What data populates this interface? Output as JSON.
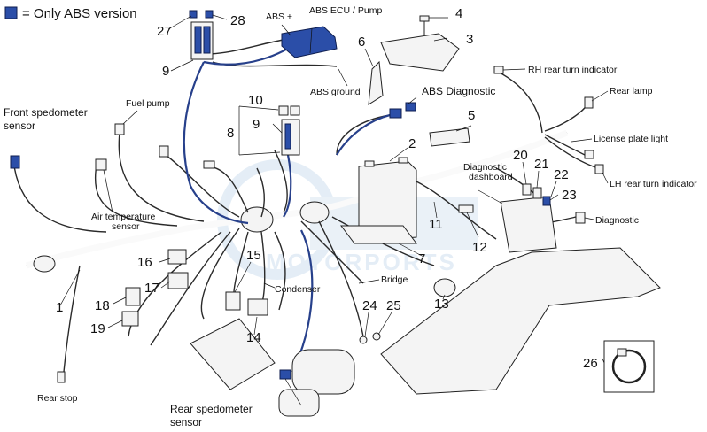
{
  "legend": {
    "text": "= Only ABS version",
    "swatch_color": "#2b4ea8"
  },
  "watermark": {
    "text": "MOTORPORTS"
  },
  "part_numbers": [
    "1",
    "2",
    "3",
    "4",
    "5",
    "6",
    "7",
    "8",
    "9",
    "9",
    "10",
    "11",
    "12",
    "13",
    "14",
    "15",
    "16",
    "17",
    "18",
    "19",
    "20",
    "21",
    "22",
    "23",
    "24",
    "25",
    "26",
    "27",
    "28"
  ],
  "labels": {
    "abs_ecu_pump": "ABS ECU / Pump",
    "abs_plus": "ABS +",
    "abs_ground": "ABS ground",
    "abs_diagnostic": "ABS Diagnostic",
    "rh_rear_turn": "RH rear turn indicator",
    "rear_lamp": "Rear lamp",
    "license_plate": "License plate light",
    "lh_rear_turn": "LH rear turn indicator",
    "diagnostic_dashboard_1": "Diagnostic",
    "diagnostic_dashboard_2": "dashboard",
    "diagnostic": "Diagnostic",
    "front_speedo_1": "Front spedometer",
    "front_speedo_2": "sensor",
    "fuel_pump": "Fuel pump",
    "air_temp_1": "Air temperature",
    "air_temp_2": "sensor",
    "condenser": "Condenser",
    "bridge": "Bridge",
    "rear_stop": "Rear stop",
    "rear_speedo_1": "Rear spedometer",
    "rear_speedo_2": "sensor"
  },
  "colors": {
    "abs_blue": "#2b4ea8",
    "wire": "#2a2a2a",
    "watermark": "#cfe0ef"
  }
}
